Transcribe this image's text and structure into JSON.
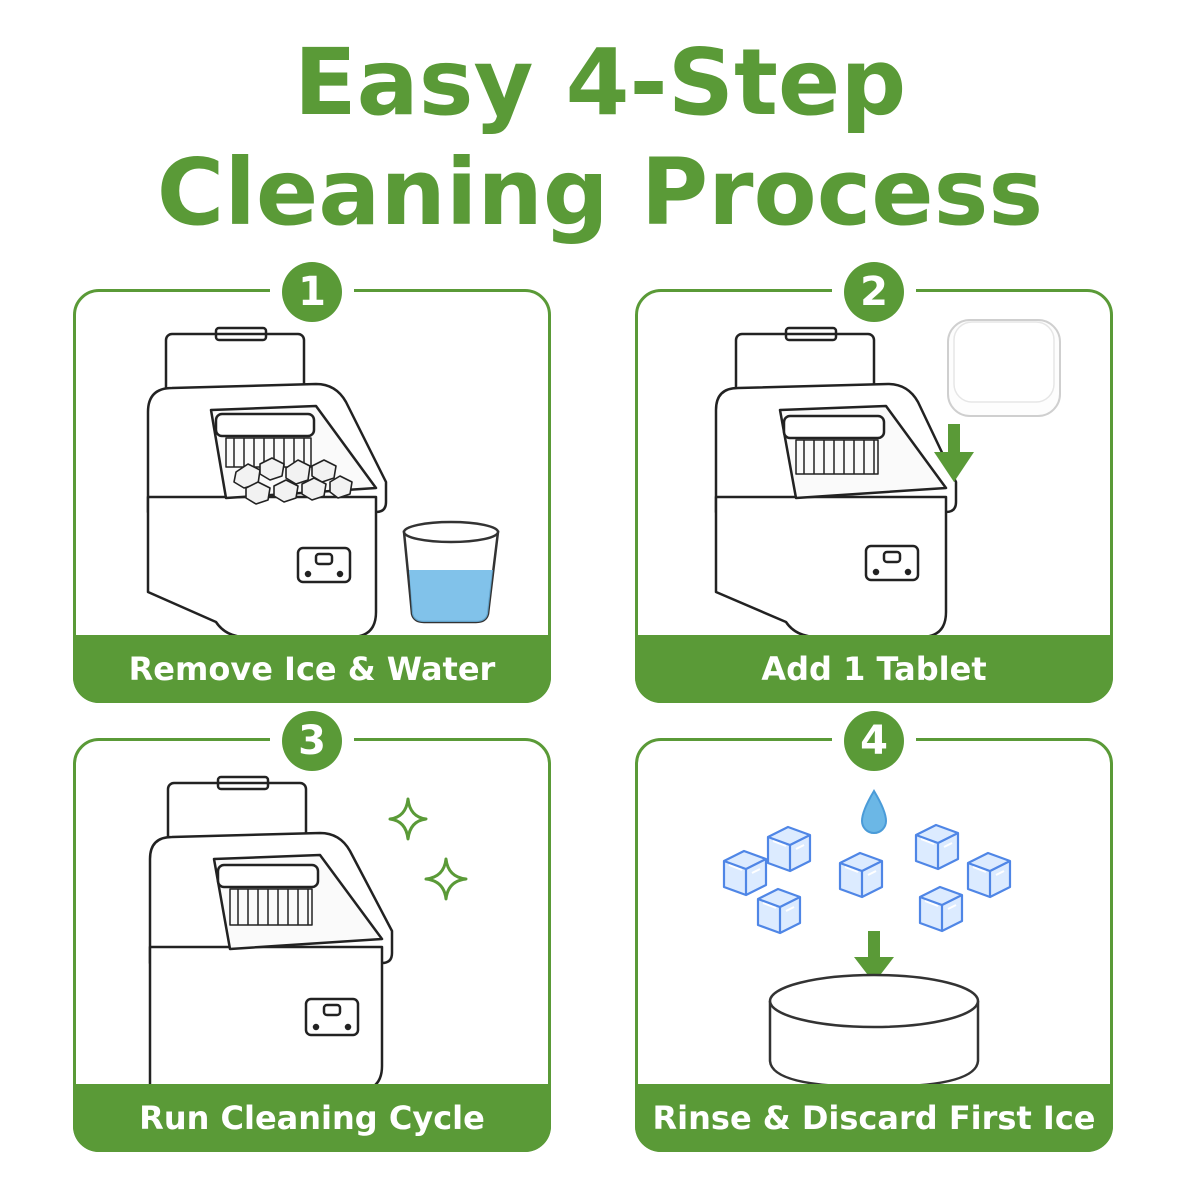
{
  "title": {
    "line1": "Easy 4-Step",
    "line2": "Cleaning Process"
  },
  "steps": [
    {
      "number": "1",
      "label": "Remove Ice & Water"
    },
    {
      "number": "2",
      "label": "Add 1 Tablet"
    },
    {
      "number": "3",
      "label": "Run Cleaning Cycle"
    },
    {
      "number": "4",
      "label": "Rinse & Discard First Ice"
    }
  ],
  "colors": {
    "brand_green": "#5a9a37",
    "water_blue": "#6bb7e6",
    "ice_blue": "#5b8fe8"
  },
  "icons": [
    "ice-maker-icon",
    "water-cup-icon",
    "cleaning-tablet-icon",
    "down-arrow-icon",
    "sparkle-icon",
    "water-drop-icon",
    "ice-cube-icon",
    "bowl-icon"
  ]
}
